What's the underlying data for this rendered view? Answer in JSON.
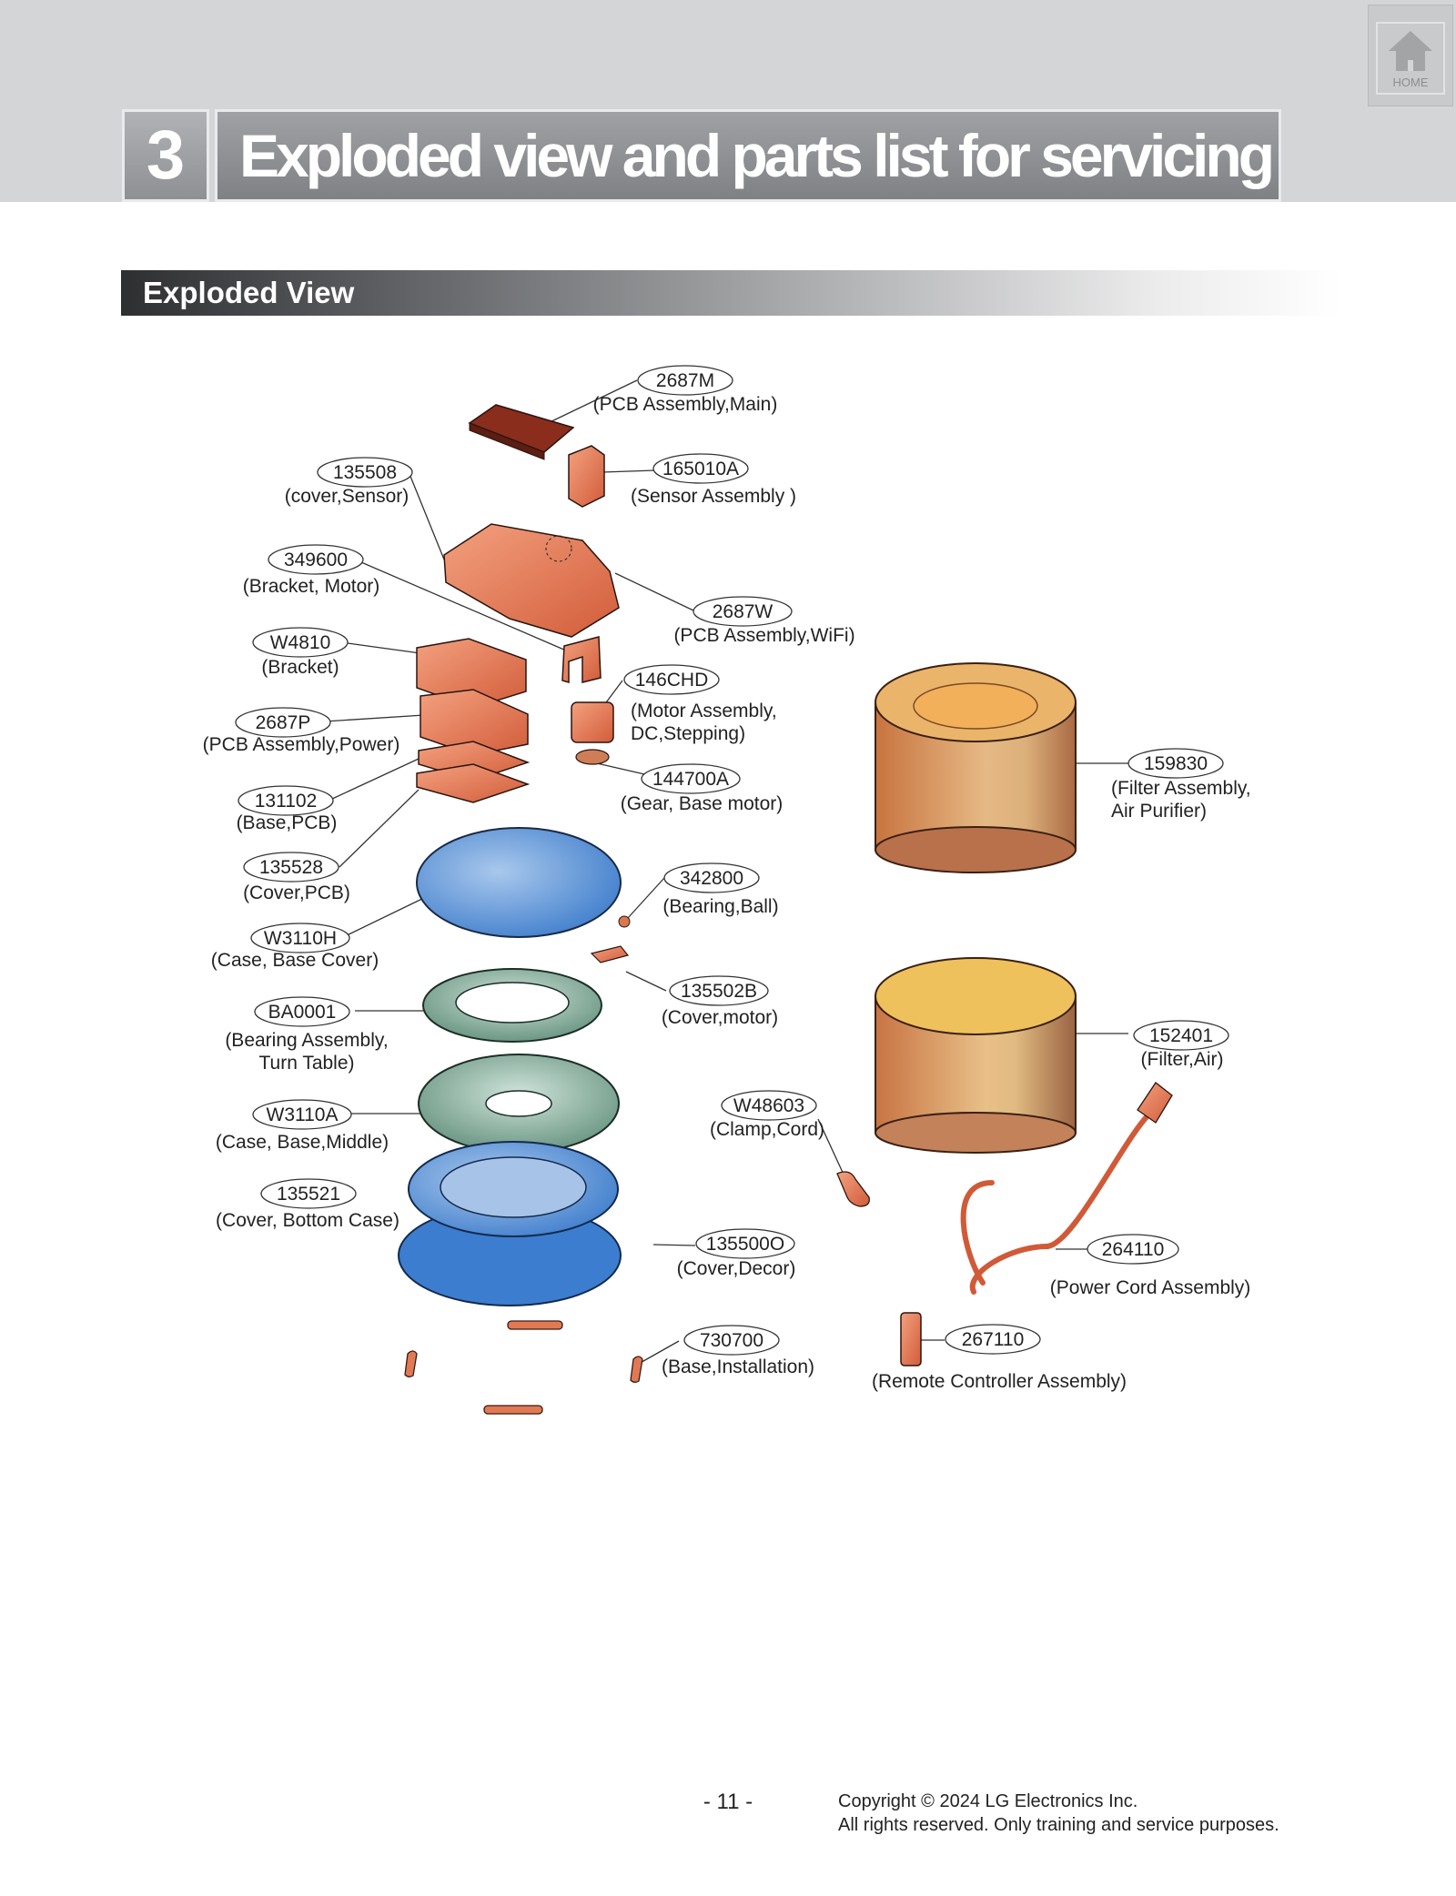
{
  "header": {
    "section_number": "3",
    "section_title": "Exploded view and parts list for servicing the product",
    "home_label": "HOME"
  },
  "subheader": {
    "title": "Exploded View"
  },
  "parts": [
    {
      "id": "p-2687M",
      "code": "2687M",
      "desc": [
        "(PCB Assembly,Main)"
      ]
    },
    {
      "id": "p-165010A",
      "code": "165010A",
      "desc": [
        "(Sensor Assembly )"
      ]
    },
    {
      "id": "p-135508",
      "code": "135508",
      "desc": [
        "(cover,Sensor)"
      ]
    },
    {
      "id": "p-349600",
      "code": "349600",
      "desc": [
        "(Bracket, Motor)"
      ]
    },
    {
      "id": "p-2687W",
      "code": "2687W",
      "desc": [
        "(PCB Assembly,WiFi)"
      ]
    },
    {
      "id": "p-W4810",
      "code": "W4810",
      "desc": [
        "(Bracket)"
      ]
    },
    {
      "id": "p-146CHD",
      "code": "146CHD",
      "desc": [
        "(Motor Assembly,",
        "DC,Stepping)"
      ]
    },
    {
      "id": "p-2687P",
      "code": "2687P",
      "desc": [
        "(PCB Assembly,Power)"
      ]
    },
    {
      "id": "p-144700A",
      "code": "144700A",
      "desc": [
        "(Gear, Base motor)"
      ]
    },
    {
      "id": "p-131102",
      "code": "131102",
      "desc": [
        "(Base,PCB)"
      ]
    },
    {
      "id": "p-159830",
      "code": "159830",
      "desc": [
        "(Filter Assembly,",
        "Air Purifier)"
      ]
    },
    {
      "id": "p-135528",
      "code": "135528",
      "desc": [
        "(Cover,PCB)"
      ]
    },
    {
      "id": "p-342800",
      "code": "342800",
      "desc": [
        "(Bearing,Ball)"
      ]
    },
    {
      "id": "p-W3110H",
      "code": "W3110H",
      "desc": [
        "(Case, Base Cover)"
      ]
    },
    {
      "id": "p-135502B",
      "code": "135502B",
      "desc": [
        "(Cover,motor)"
      ]
    },
    {
      "id": "p-BA0001",
      "code": "BA0001",
      "desc": [
        "(Bearing Assembly,",
        "Turn Table)"
      ]
    },
    {
      "id": "p-152401",
      "code": "152401",
      "desc": [
        "(Filter,Air)"
      ]
    },
    {
      "id": "p-W3110A",
      "code": "W3110A",
      "desc": [
        "(Case, Base,Middle)"
      ]
    },
    {
      "id": "p-W48603",
      "code": "W48603",
      "desc": [
        "(Clamp,Cord)"
      ]
    },
    {
      "id": "p-135521",
      "code": "135521",
      "desc": [
        "(Cover, Bottom Case)"
      ]
    },
    {
      "id": "p-1355000",
      "code": "135500O",
      "desc": [
        "(Cover,Decor)"
      ]
    },
    {
      "id": "p-264110",
      "code": "264110",
      "desc": [
        "(Power Cord  Assembly)"
      ]
    },
    {
      "id": "p-730700",
      "code": "730700",
      "desc": [
        "(Base,Installation)"
      ]
    },
    {
      "id": "p-267110",
      "code": "267110",
      "desc": [
        "(Remote Controller Assembly)"
      ]
    }
  ],
  "footer": {
    "page_number": "- 11 -",
    "copyright_line1": "Copyright © 2024 LG Electronics Inc.",
    "copyright_line2": "All rights reserved. Only training and service purposes."
  }
}
